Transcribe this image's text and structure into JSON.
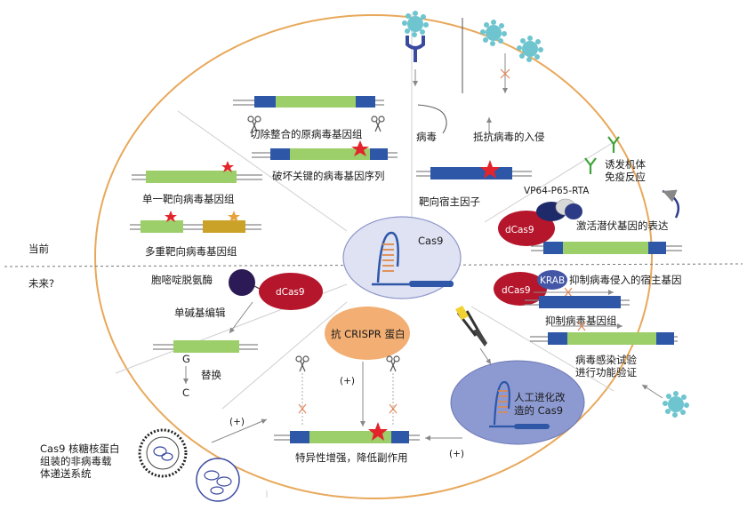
{
  "sections": {
    "current": "当前",
    "future": "未来?"
  },
  "center": {
    "label": "Cas9"
  },
  "labels": {
    "excise": "切除整合的原病毒基因组",
    "disrupt": "破坏关键的病毒基因序列",
    "single": "单一靶向病毒基因组",
    "multi": "多重靶向病毒基因组",
    "virus": "病毒",
    "resist": "抵抗病毒的入侵",
    "host": "靶向宿主因子",
    "immune_line1": "诱发机体",
    "immune_line2": "免疫反应",
    "vp64": "VP64-P65-RTA",
    "dcas9": "dCas9",
    "activate": "激活潜伏基因的表达",
    "krab": "KRAB",
    "suppress_host": "抑制病毒侵入的宿主基因",
    "suppress_genome": "抑制病毒基因组",
    "infection_line1": "病毒感染试验",
    "infection_line2": "进行功能验证",
    "deaminase": "胞嘧啶脱氨酶",
    "base_edit": "单碱基编辑",
    "replace": "替换",
    "base_g": "G",
    "base_c": "C",
    "anti_crispr": "抗 CRISPR 蛋白",
    "plus": "(+)",
    "evolved_line1": "人工进化改",
    "evolved_line2": "造的 Cas9",
    "specificity": "特异性增强，降低副作用",
    "rnp_line1": "Cas9 核糖核蛋白",
    "rnp_line2": "组装的非病毒载",
    "rnp_line3": "体递送系统"
  },
  "colors": {
    "dna_blue": "#2e57a8",
    "dna_green": "#9ccf6a",
    "dcas9_red": "#b5162b",
    "deaminase_purple": "#2b1a55",
    "anti_crispr_orange": "#f2ae73",
    "evolved_cas9_blue": "#8d9ad1",
    "center_ellipse": "#dfe2f3",
    "virus_teal": "#6ec5cf",
    "outer_ellipse": "#e8a85a"
  },
  "icons": [
    "scissors-icon",
    "star-icon",
    "virus-icon",
    "antibody-icon",
    "pliers-icon",
    "liposome-icon"
  ]
}
